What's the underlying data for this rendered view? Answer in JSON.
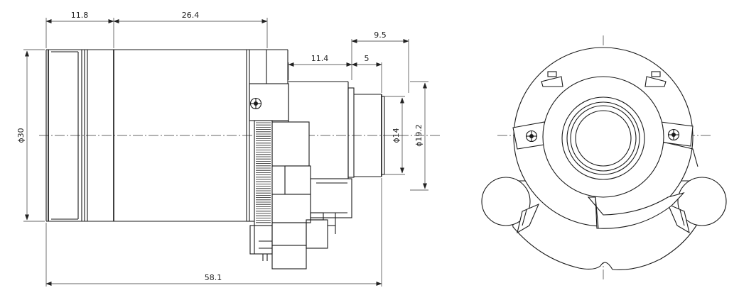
{
  "dimensions": {
    "d1": "11.8",
    "d2": "26.4",
    "d3": "9.5",
    "d4": "11.4",
    "d5": "5",
    "d6": "ϕ30",
    "d7": "ϕ14",
    "d8": "ϕ19.2",
    "d9": "58.1"
  }
}
